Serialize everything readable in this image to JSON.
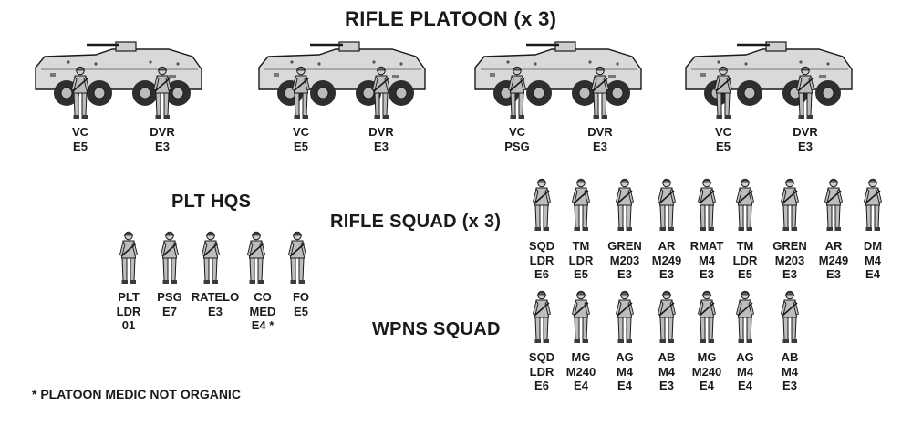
{
  "titles": {
    "main": "RIFLE PLATOON (x 3)",
    "plt_hqs": "PLT HQS",
    "rifle_squad": "RIFLE SQUAD (x 3)",
    "wpns_squad": "WPNS SQUAD"
  },
  "vehicles": [
    {
      "crew": [
        "VC\nE5",
        "DVR\nE3"
      ]
    },
    {
      "crew": [
        "VC\nE5",
        "DVR\nE3"
      ]
    },
    {
      "crew": [
        "VC\nPSG",
        "DVR\nE3"
      ]
    },
    {
      "crew": [
        "VC\nE5",
        "DVR\nE3"
      ]
    }
  ],
  "plt_hqs": [
    "PLT\nLDR\n01",
    "PSG\nE7",
    "RATELO\nE3",
    "CO\nMED\nE4 *",
    "FO\nE5"
  ],
  "rifle_squad": [
    "SQD\nLDR\nE6",
    "TM\nLDR\nE5",
    "GREN\nM203\nE3",
    "AR\nM249\nE3",
    "RMAT\nM4\nE3",
    "TM\nLDR\nE5",
    "GREN\nM203\nE3",
    "AR\nM249\nE3",
    "DM\nM4\nE4"
  ],
  "wpns_squad": [
    "SQD\nLDR\nE6",
    "MG\nM240\nE4",
    "AG\nM4\nE4",
    "AB\nM4\nE3",
    "MG\nM240\nE4",
    "AG\nM4\nE4",
    "AB\nM4\nE3"
  ],
  "footnote": "* PLATOON MEDIC NOT ORGANIC",
  "colors": {
    "ink": "#1a1a1a",
    "vehicle_fill": "#d9d9d9",
    "soldier_fill": "#cfcfcf"
  }
}
